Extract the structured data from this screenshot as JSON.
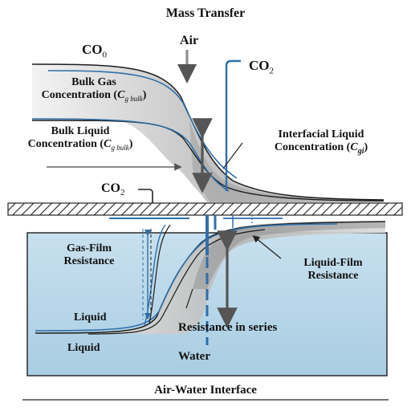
{
  "title": "Mass Transfer",
  "caption": "Air-Water Interface",
  "labels": {
    "co0": "CO",
    "co0_sub": "0",
    "air": "Air",
    "co2_top": "CO",
    "co2_top_sub": "2",
    "bulk_gas_l1": "Bulk Gas",
    "bulk_gas_l2": "Concentration (",
    "bulk_gas_sym": "C",
    "bulk_gas_sub": "g bulk",
    "bulk_gas_close": ")",
    "bulk_liq_l1": "Bulk Liquid",
    "bulk_liq_l2": "Concentration (",
    "bulk_liq_sym": "C",
    "bulk_liq_sub": "g bulk",
    "bulk_liq_close": ")",
    "interfacial_l1": "Interfacial Liquid",
    "interfacial_l2": "Concentration (",
    "interfacial_sym": "C",
    "interfacial_sub": "gi",
    "interfacial_close": ")",
    "co2_mid": "CO",
    "co2_mid_sub": "2",
    "gas_film_l1": "Gas-Film",
    "gas_film_l2": "Resistance",
    "liquid_film_l1": "Liquid-Film",
    "liquid_film_l2": "Resistance",
    "liquid_1": "Liquid",
    "liquid_2": "Liquid",
    "resistance_series": "Resistance in series",
    "water": "Water"
  },
  "colors": {
    "water_fill": "#b9d6e8",
    "water_border": "#2b2b2b",
    "curve_blue": "#2f6fa8",
    "curve_dark": "#1c1c1c",
    "shade_gray": "#c9c9c9",
    "arrow_gray": "#555555"
  }
}
